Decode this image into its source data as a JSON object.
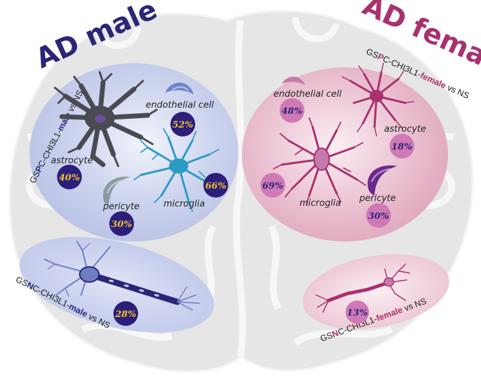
{
  "titles": {
    "male": "AD male",
    "female": "AD female"
  },
  "groups": {
    "male_glia": {
      "prefix": "GS",
      "letter": "P",
      "mid": "C-CHI3L1-",
      "sex": "male",
      "suffix": " vs NS"
    },
    "female_glia": {
      "prefix": "GS",
      "letter": "P",
      "mid": "C-CHI3L1-",
      "sex": "female",
      "suffix": " vs NS"
    },
    "male_neuron": {
      "prefix": "GS",
      "letter": "N",
      "mid": "C-CHI3L1-",
      "sex": "male",
      "suffix": " vs NS"
    },
    "female_neuron": {
      "prefix": "GS",
      "letter": "N",
      "mid": "C-CHI3L1-",
      "sex": "female",
      "suffix": " vs NS"
    }
  },
  "male": {
    "endothelial": {
      "label": "endothelial cell",
      "pct": "52%"
    },
    "astrocyte": {
      "label": "astrocyte",
      "pct": "40%"
    },
    "microglia": {
      "label": "microglia",
      "pct": "66%"
    },
    "pericyte": {
      "label": "pericyte",
      "pct": "30%"
    },
    "neuron": {
      "pct": "28%"
    }
  },
  "female": {
    "endothelial": {
      "label": "endothelial cell",
      "pct": "48%"
    },
    "astrocyte": {
      "label": "astrocyte",
      "pct": "18%"
    },
    "microglia": {
      "label": "microglia",
      "pct": "69%"
    },
    "pericyte": {
      "label": "pericyte",
      "pct": "30%"
    },
    "neuron": {
      "pct": "13%"
    }
  },
  "colors": {
    "male_title": "#2b2577",
    "female_title": "#a8316e",
    "male_badge": "#2b1f7a",
    "female_badge": "#cf79b6",
    "male_pct_text": "#f2c12e",
    "female_pct_text": "#2b2577",
    "male_glia_ellipse": "#c6cdeb",
    "female_glia_ellipse": "#e9b9cc",
    "astrocyte_male": "#4a4a52",
    "microglia_male": "#2a9cc4",
    "endothelial_male": "#6f86c6",
    "pericyte_male": "#8a9aa2",
    "neuron_male": "#2b2577",
    "cell_female": "#a8316e"
  }
}
